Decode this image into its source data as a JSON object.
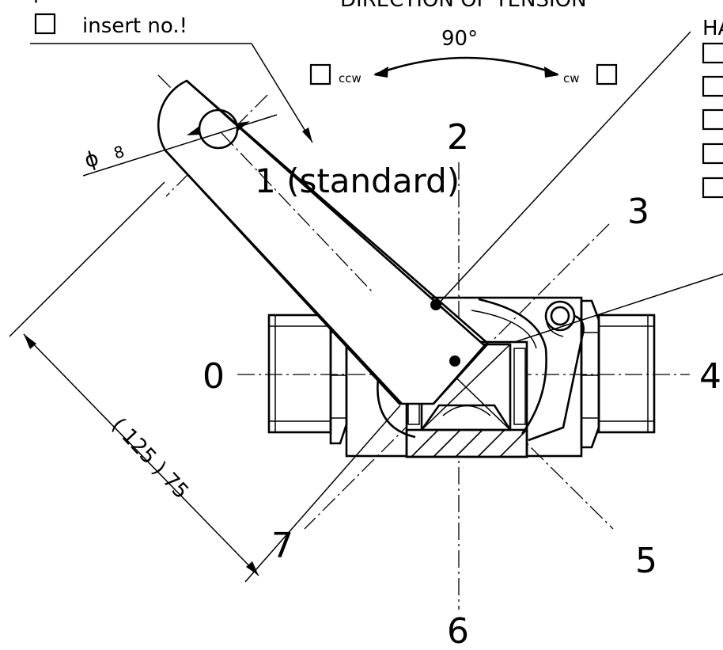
{
  "header": {
    "direction_of_tension": "DIRECTION OF TENSION",
    "angle": "90°",
    "ccw_label": "ccw",
    "cw_label": "cw",
    "insert_no": "insert no.!",
    "top_left_partial": "p",
    "top_right_partial": "HA"
  },
  "dimensions": {
    "diameter_symbol": "ϕ",
    "diameter_value": "8",
    "length": "( 125 ) 75"
  },
  "positions": {
    "p0": "0",
    "p1": "1 (standard)",
    "p2": "2",
    "p3": "3",
    "p4": "4",
    "p5": "5",
    "p6": "6",
    "p7": "7"
  }
}
